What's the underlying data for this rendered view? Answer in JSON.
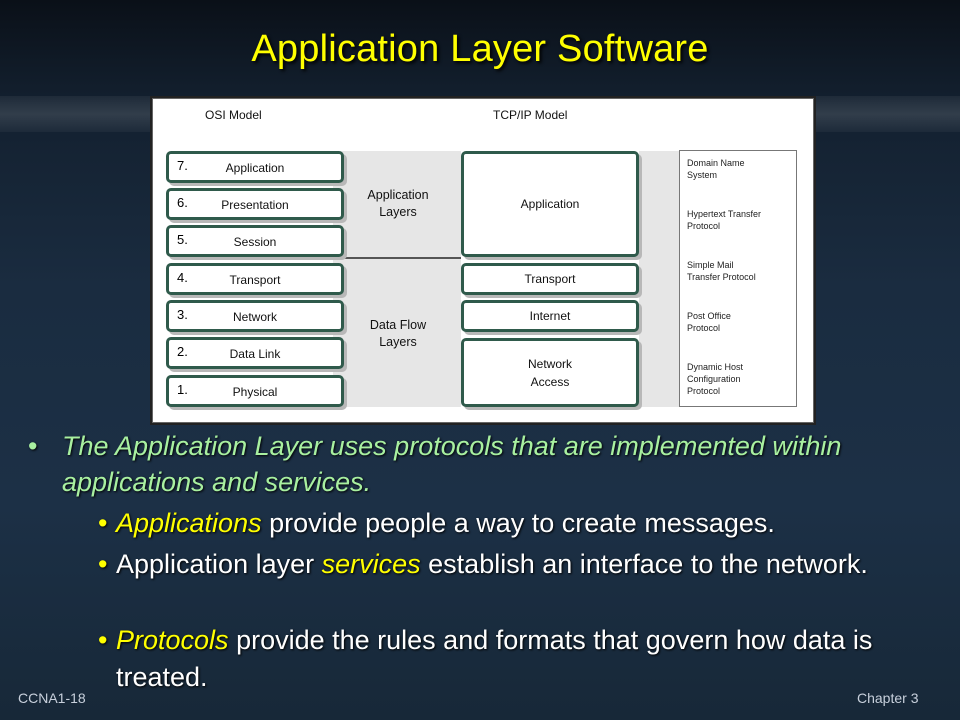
{
  "slide": {
    "title": "Application Layer Software",
    "footer_left": "CCNA1-18",
    "footer_right": "Chapter 3"
  },
  "diagram": {
    "osi_header": "OSI Model",
    "tcpip_header": "TCP/IP Model",
    "osi_layers": [
      {
        "num": "7.",
        "name": "Application"
      },
      {
        "num": "6.",
        "name": "Presentation"
      },
      {
        "num": "5.",
        "name": "Session"
      },
      {
        "num": "4.",
        "name": "Transport"
      },
      {
        "num": "3.",
        "name": "Network"
      },
      {
        "num": "2.",
        "name": "Data Link"
      },
      {
        "num": "1.",
        "name": "Physical"
      }
    ],
    "groups": [
      {
        "line1": "Application",
        "line2": "Layers"
      },
      {
        "line1": "Data Flow",
        "line2": "Layers"
      }
    ],
    "tcpip_layers": [
      {
        "line1": "Application",
        "line2": ""
      },
      {
        "line1": "Transport",
        "line2": ""
      },
      {
        "line1": "Internet",
        "line2": ""
      },
      {
        "line1": "Network",
        "line2": "Access"
      }
    ],
    "protocols": [
      {
        "line1": "Domain Name",
        "line2": "System",
        "line3": ""
      },
      {
        "line1": "Hypertext Transfer",
        "line2": "Protocol",
        "line3": ""
      },
      {
        "line1": "Simple Mail",
        "line2": "Transfer Protocol",
        "line3": ""
      },
      {
        "line1": "Post Office",
        "line2": "Protocol",
        "line3": ""
      },
      {
        "line1": "Dynamic Host",
        "line2": "Configuration",
        "line3": "Protocol"
      }
    ]
  },
  "bullets": {
    "main": "The Application Layer uses protocols that are implemented within applications and services.",
    "sub1": {
      "highlight": "Applications",
      "rest": " provide people a way to create messages."
    },
    "sub2": {
      "before": "Application layer ",
      "highlight": "services",
      "after": " establish an interface to the network."
    },
    "sub3": {
      "highlight": "Protocols",
      "rest": " provide the rules and formats that govern how data is treated."
    }
  }
}
